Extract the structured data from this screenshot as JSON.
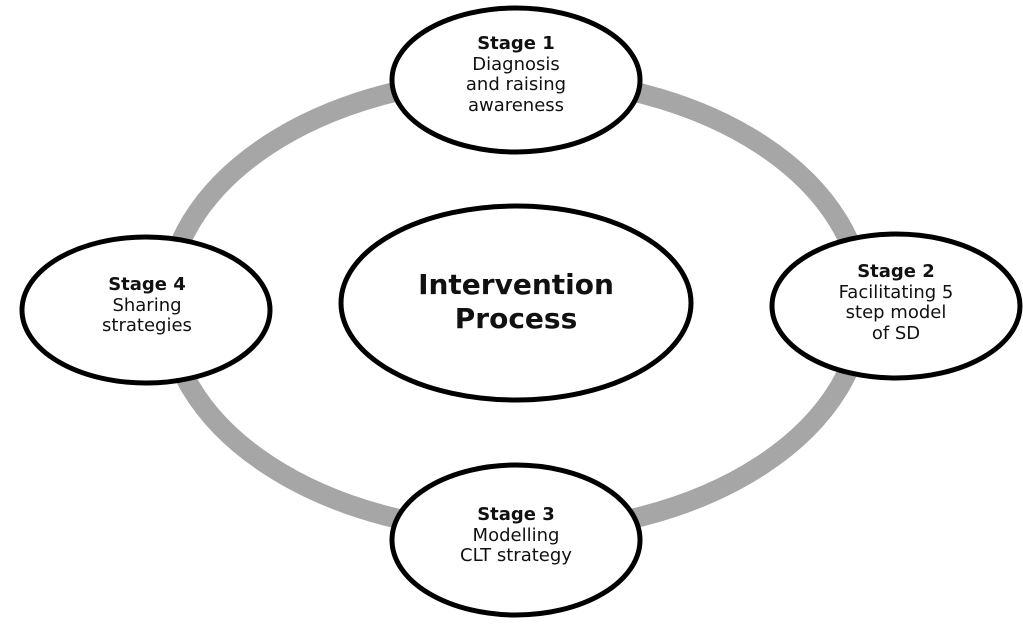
{
  "center": {
    "line1": "Intervention",
    "line2": "Process"
  },
  "stages": [
    {
      "title": "Stage 1",
      "lines": [
        "Diagnosis",
        "and raising",
        "awareness"
      ]
    },
    {
      "title": "Stage 2",
      "lines": [
        "Facilitating 5",
        "step model",
        "of SD"
      ]
    },
    {
      "title": "Stage 3",
      "lines": [
        "Modelling",
        "CLT strategy"
      ]
    },
    {
      "title": "Stage 4",
      "lines": [
        "Sharing",
        "strategies"
      ]
    }
  ],
  "colors": {
    "ring": "#a6a6a6",
    "node_stroke": "#000000",
    "node_fill": "#ffffff"
  }
}
